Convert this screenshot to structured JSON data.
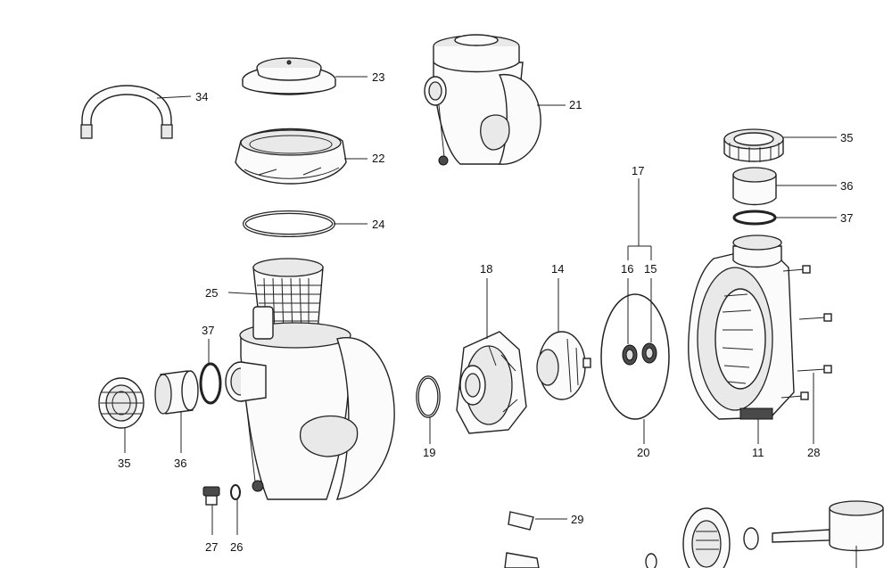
{
  "labels": {
    "p11": "11",
    "p14": "14",
    "p15": "15",
    "p16": "16",
    "p17": "17",
    "p18": "18",
    "p19": "19",
    "p20": "20",
    "p21": "21",
    "p22": "22",
    "p23": "23",
    "p24": "24",
    "p25": "25",
    "p26": "26",
    "p27": "27",
    "p28": "28",
    "p29": "29",
    "p34": "34",
    "p35a": "35",
    "p35b": "35",
    "p36a": "36",
    "p36b": "36",
    "p37a": "37",
    "p37b": "37"
  }
}
